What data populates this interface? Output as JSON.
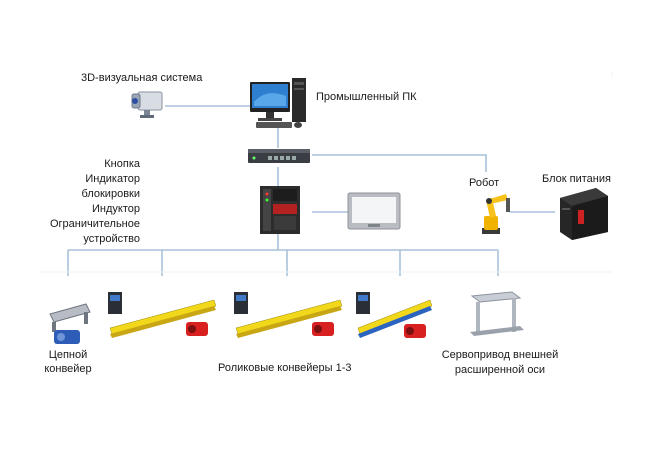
{
  "labels": {
    "vision": "3D-визуальная система",
    "pc": "Промышленный ПК",
    "robot": "Робот",
    "power": "Блок питания",
    "io_1": "Кнопка",
    "io_2": "Индикатор",
    "io_3": "блокировки",
    "io_4": "Индуктор",
    "io_5": "Ограничительное",
    "io_6": "устройство",
    "chain_1": "Цепной",
    "chain_2": "конвейер",
    "roller": "Роликовые конвейеры 1-3",
    "servo_1": "Сервопривод внешней",
    "servo_2": "расширенной оси"
  }
}
